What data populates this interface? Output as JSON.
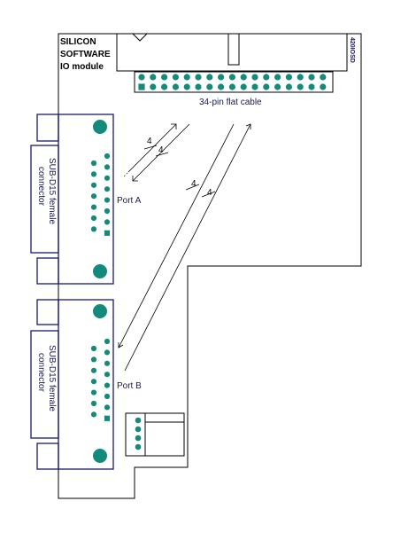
{
  "title_lines": [
    "SILICON",
    "SOFTWARE",
    "IO module"
  ],
  "part_number": "420IOSD",
  "flat_cable_label": "34-pin flat cable",
  "port_a_label": "Port A",
  "port_b_label": "Port B",
  "connector_a": [
    "SUB-D15 female",
    "connector"
  ],
  "connector_b": [
    "SUB-D15 female",
    "connector"
  ],
  "bus_widths": [
    "4",
    "4",
    "4",
    "4"
  ],
  "colors": {
    "pin": "#138a7a",
    "connector_outline": "#1a1a6e",
    "outline": "#000000"
  }
}
